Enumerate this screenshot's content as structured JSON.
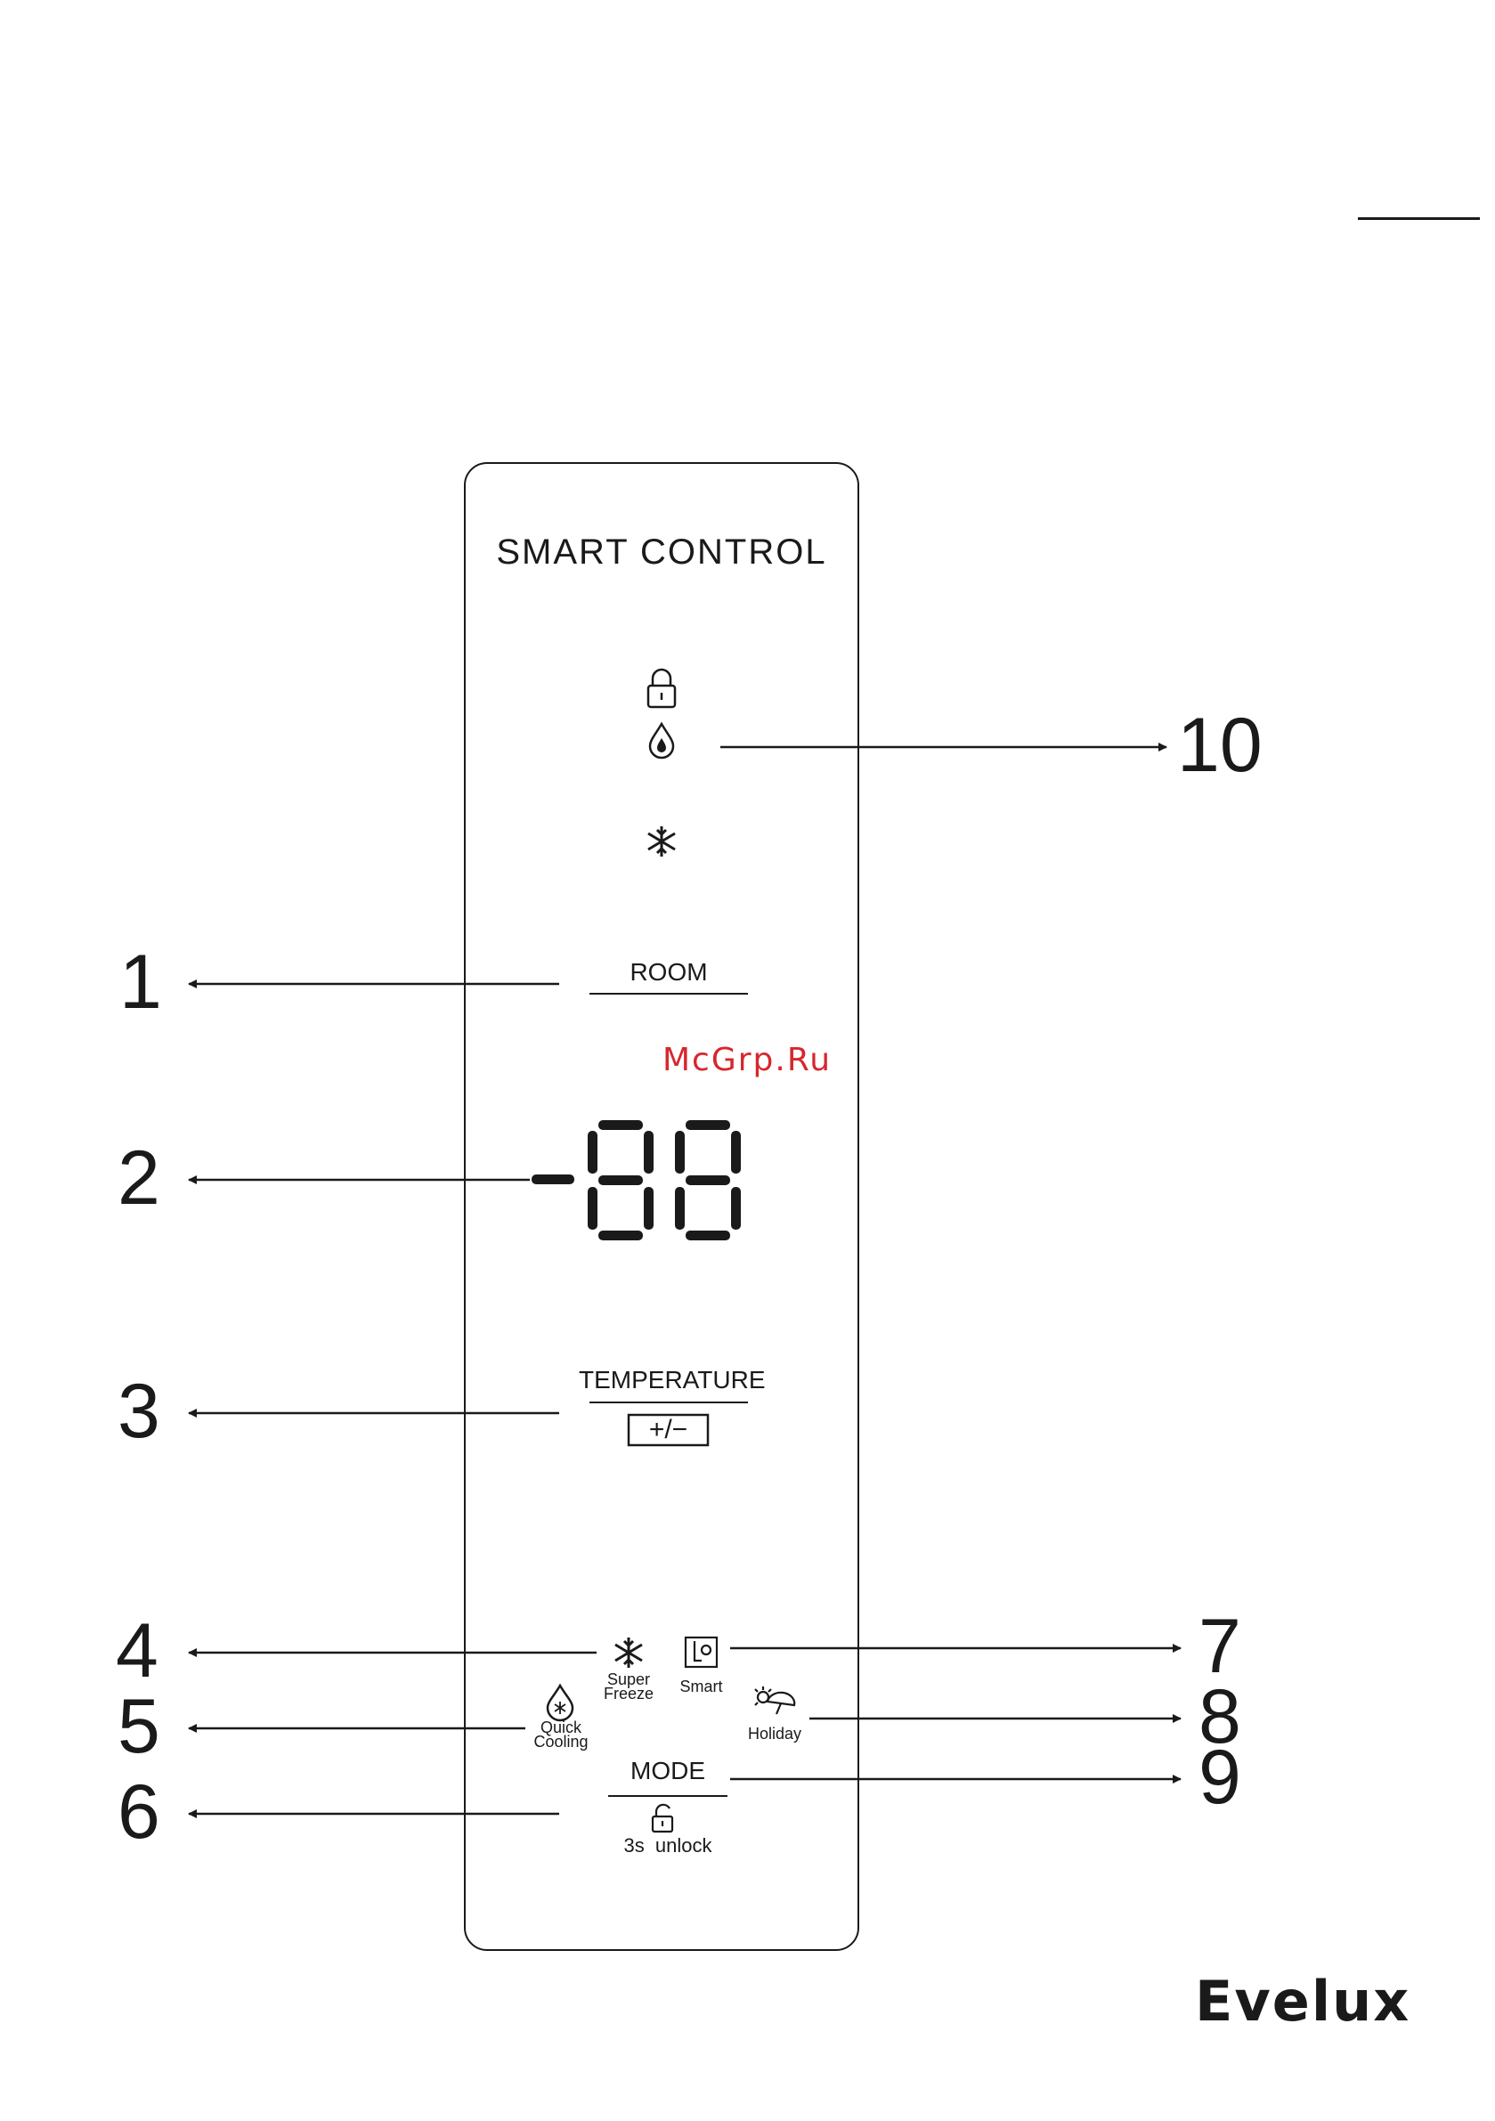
{
  "panel": {
    "title": "SMART CONTROL",
    "room_label": "ROOM",
    "display_digits": "-88",
    "temperature_label": "TEMPERATURE",
    "temperature_keys": "+/−",
    "super_freeze_label": [
      "Super",
      "Freeze"
    ],
    "smart_label": "Smart",
    "quick_cooling_label": [
      "Quick",
      "Cooling"
    ],
    "holiday_label": "Holiday",
    "mode_label": "MODE",
    "unlock_label": "3s  unlock"
  },
  "callouts": [
    "1",
    "2",
    "3",
    "4",
    "5",
    "6",
    "7",
    "8",
    "9",
    "10"
  ],
  "watermark": "McGrp.Ru",
  "brand": "Evelux",
  "colors": {
    "ink": "#1a1a1a",
    "watermark": "#d7262e"
  },
  "icons": [
    "lock-icon",
    "water-drop-icon",
    "snowflake-icon",
    "smart-icon",
    "holiday-icon",
    "quick-cooling-icon",
    "unlock-icon"
  ]
}
